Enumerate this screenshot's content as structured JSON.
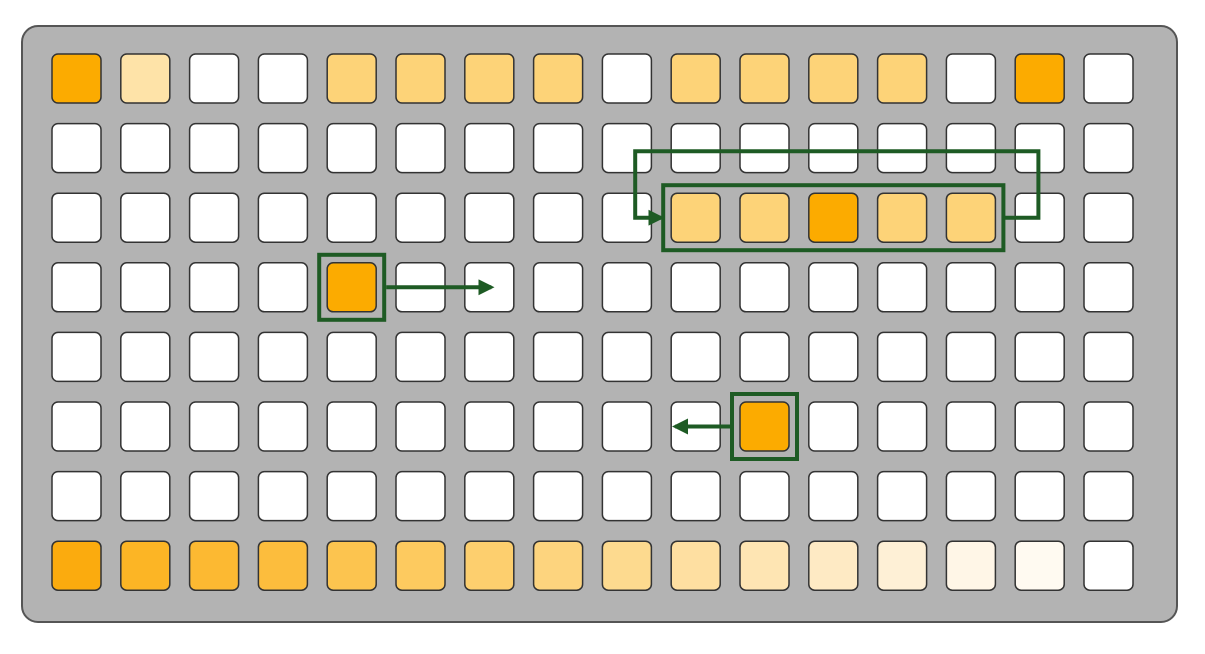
{
  "panel": {
    "color": "#b3b3b3",
    "border": "#555555"
  },
  "colors": {
    "cell_border": "#333333",
    "highlight": "#1e5b24",
    "shades": {
      "w": "#ffffff",
      "o": "#fcab00",
      "m": "#fdd378",
      "p": "#fee3a8",
      "b1": "#fbab0e",
      "b2": "#fcb525",
      "b3": "#fcb932",
      "b4": "#fcbd3d",
      "b5": "#fcc44f",
      "b6": "#fdca5f",
      "b7": "#fdcf6e",
      "b8": "#fdd47e",
      "b9": "#fdda8f",
      "b10": "#fedfa1",
      "b11": "#fee5b3",
      "b12": "#feeac4",
      "b13": "#fef0d6",
      "b14": "#fff6e7",
      "b15": "#fffaf1"
    }
  },
  "grid": {
    "rows": 8,
    "cols": 16,
    "cells": [
      [
        "o",
        "p",
        "w",
        "w",
        "m",
        "m",
        "m",
        "m",
        "w",
        "m",
        "m",
        "m",
        "m",
        "w",
        "o",
        "w"
      ],
      [
        "w",
        "w",
        "w",
        "w",
        "w",
        "w",
        "w",
        "w",
        "w",
        "w",
        "w",
        "w",
        "w",
        "w",
        "w",
        "w"
      ],
      [
        "w",
        "w",
        "w",
        "w",
        "w",
        "w",
        "w",
        "w",
        "w",
        "m",
        "m",
        "o",
        "m",
        "m",
        "w",
        "w"
      ],
      [
        "w",
        "w",
        "w",
        "w",
        "o",
        "w",
        "w",
        "w",
        "w",
        "w",
        "w",
        "w",
        "w",
        "w",
        "w",
        "w"
      ],
      [
        "w",
        "w",
        "w",
        "w",
        "w",
        "w",
        "w",
        "w",
        "w",
        "w",
        "w",
        "w",
        "w",
        "w",
        "w",
        "w"
      ],
      [
        "w",
        "w",
        "w",
        "w",
        "w",
        "w",
        "w",
        "w",
        "w",
        "w",
        "o",
        "w",
        "w",
        "w",
        "w",
        "w"
      ],
      [
        "w",
        "w",
        "w",
        "w",
        "w",
        "w",
        "w",
        "w",
        "w",
        "w",
        "w",
        "w",
        "w",
        "w",
        "w",
        "w"
      ],
      [
        "b1",
        "b2",
        "b3",
        "b4",
        "b5",
        "b6",
        "b7",
        "b8",
        "b9",
        "b10",
        "b11",
        "b12",
        "b13",
        "b14",
        "b15",
        "w"
      ]
    ]
  },
  "highlights": [
    {
      "name": "row-group-highlight",
      "row": 2,
      "col_start": 9,
      "col_end": 13
    },
    {
      "name": "single-cell-highlight-left",
      "row": 3,
      "col_start": 4,
      "col_end": 4
    },
    {
      "name": "single-cell-highlight-right",
      "row": 5,
      "col_start": 10,
      "col_end": 10
    }
  ],
  "arrows": [
    {
      "name": "arrow-right",
      "from_row": 3,
      "from_col": 4,
      "direction": "right"
    },
    {
      "name": "arrow-left",
      "from_row": 5,
      "from_col": 10,
      "direction": "left"
    },
    {
      "name": "arrow-loop-back",
      "row": 2,
      "col_start": 9,
      "col_end": 13,
      "direction": "wrap-left"
    }
  ]
}
